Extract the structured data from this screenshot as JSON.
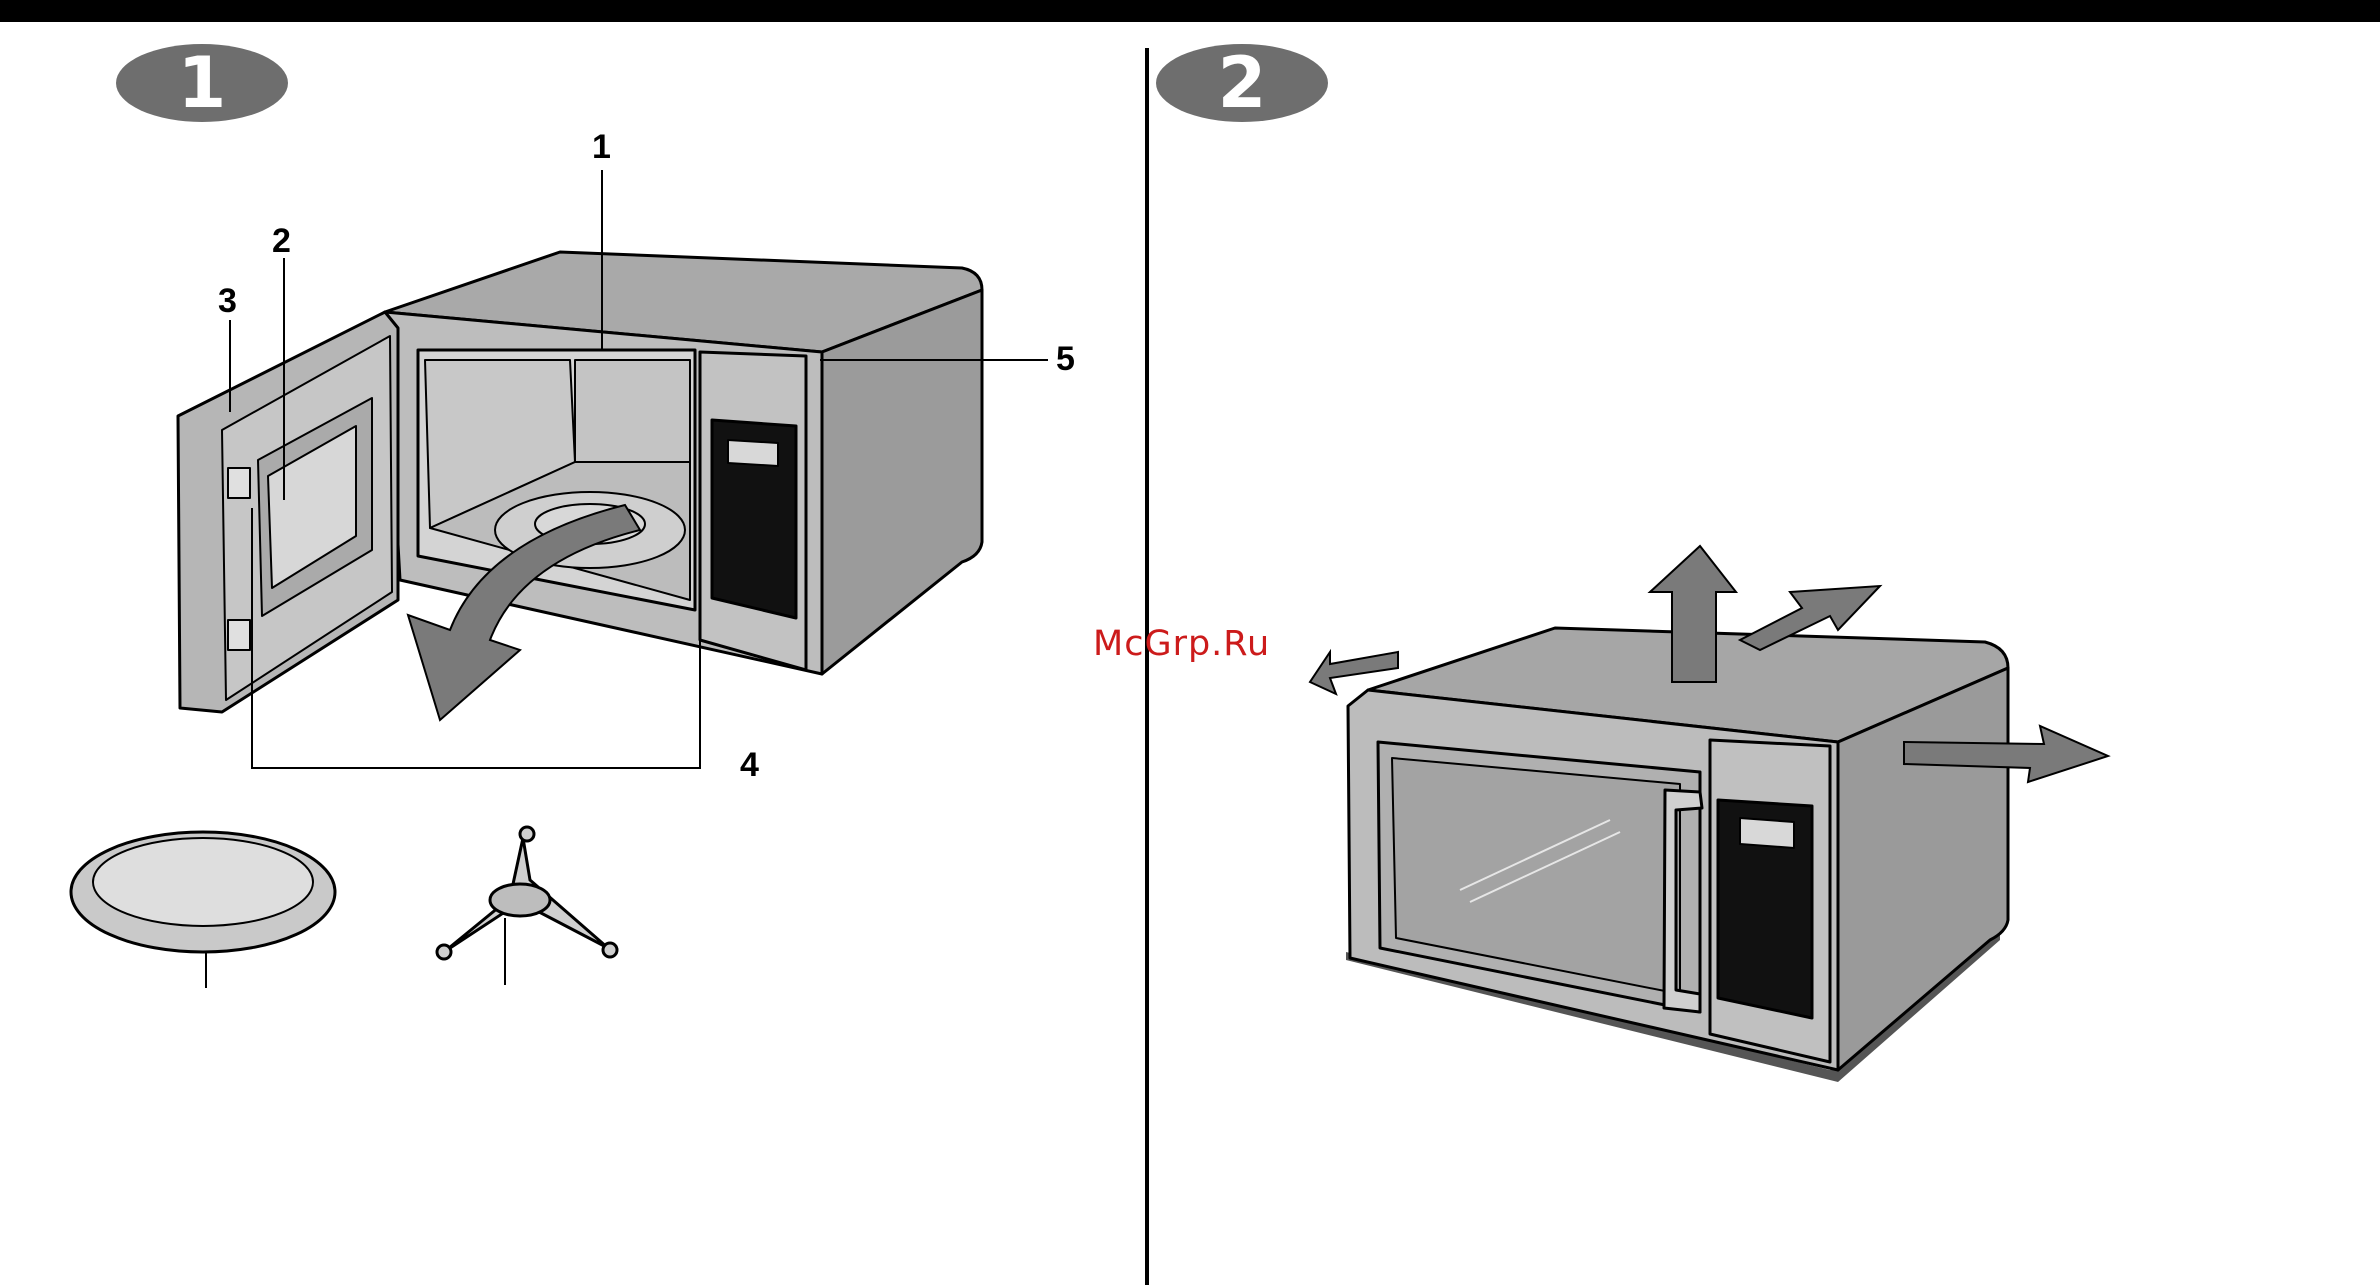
{
  "steps": [
    {
      "number": "1"
    },
    {
      "number": "2"
    }
  ],
  "callouts": [
    {
      "label": "1"
    },
    {
      "label": "2"
    },
    {
      "label": "3"
    },
    {
      "label": "4"
    },
    {
      "label": "5"
    }
  ],
  "watermark": {
    "text": "McGrp.Ru"
  },
  "colors": {
    "badge": "#6e6e6e",
    "cabinet": "#b3b3b3",
    "arrow": "#777777",
    "watermark": "#cc1b1b"
  }
}
